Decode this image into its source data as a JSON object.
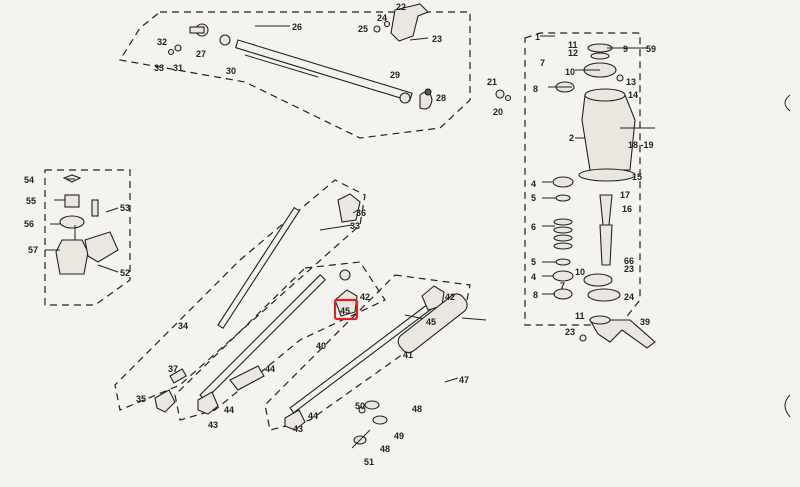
{
  "callouts": {
    "c1": "1",
    "c2": "2",
    "c4a": "4",
    "c4b": "4",
    "c5a": "5",
    "c5b": "5",
    "c6": "6",
    "c7a": "7",
    "c7b": "7",
    "c8a": "8",
    "c8b": "8",
    "c9": "9",
    "c10a": "10",
    "c10b": "10",
    "c11a": "11",
    "c11b": "11",
    "c12": "12",
    "c13": "13",
    "c14": "14",
    "c15": "15",
    "c16": "16",
    "c17": "17",
    "c18": "18 -19",
    "c20": "20",
    "c21": "21",
    "c22": "22",
    "c23a": "23",
    "c23b": "23",
    "c23c": "23",
    "c24a": "24",
    "c24b": "24",
    "c25": "25",
    "c26": "26",
    "c27": "27",
    "c28": "28",
    "c29": "29",
    "c30": "30",
    "c31": "31",
    "c32": "32",
    "c33a": "33",
    "c33b": "33",
    "c34": "34",
    "c35": "35",
    "c36": "36",
    "c37": "37",
    "c39": "39",
    "c40": "40",
    "c41": "41",
    "c42a": "42",
    "c42b": "42",
    "c43a": "43",
    "c43b": "43",
    "c44a": "44",
    "c44b": "44",
    "c44c": "44",
    "c45a": "45",
    "c45b": "45",
    "c47": "47",
    "c48a": "48",
    "c48b": "48",
    "c49": "49",
    "c50": "50",
    "c51": "51",
    "c52": "52",
    "c53": "53",
    "c54": "54",
    "c55": "55",
    "c56": "56",
    "c57": "57",
    "c59": "59",
    "c66": "66"
  },
  "highlight": {
    "label": "45",
    "color": "#e0202a"
  }
}
